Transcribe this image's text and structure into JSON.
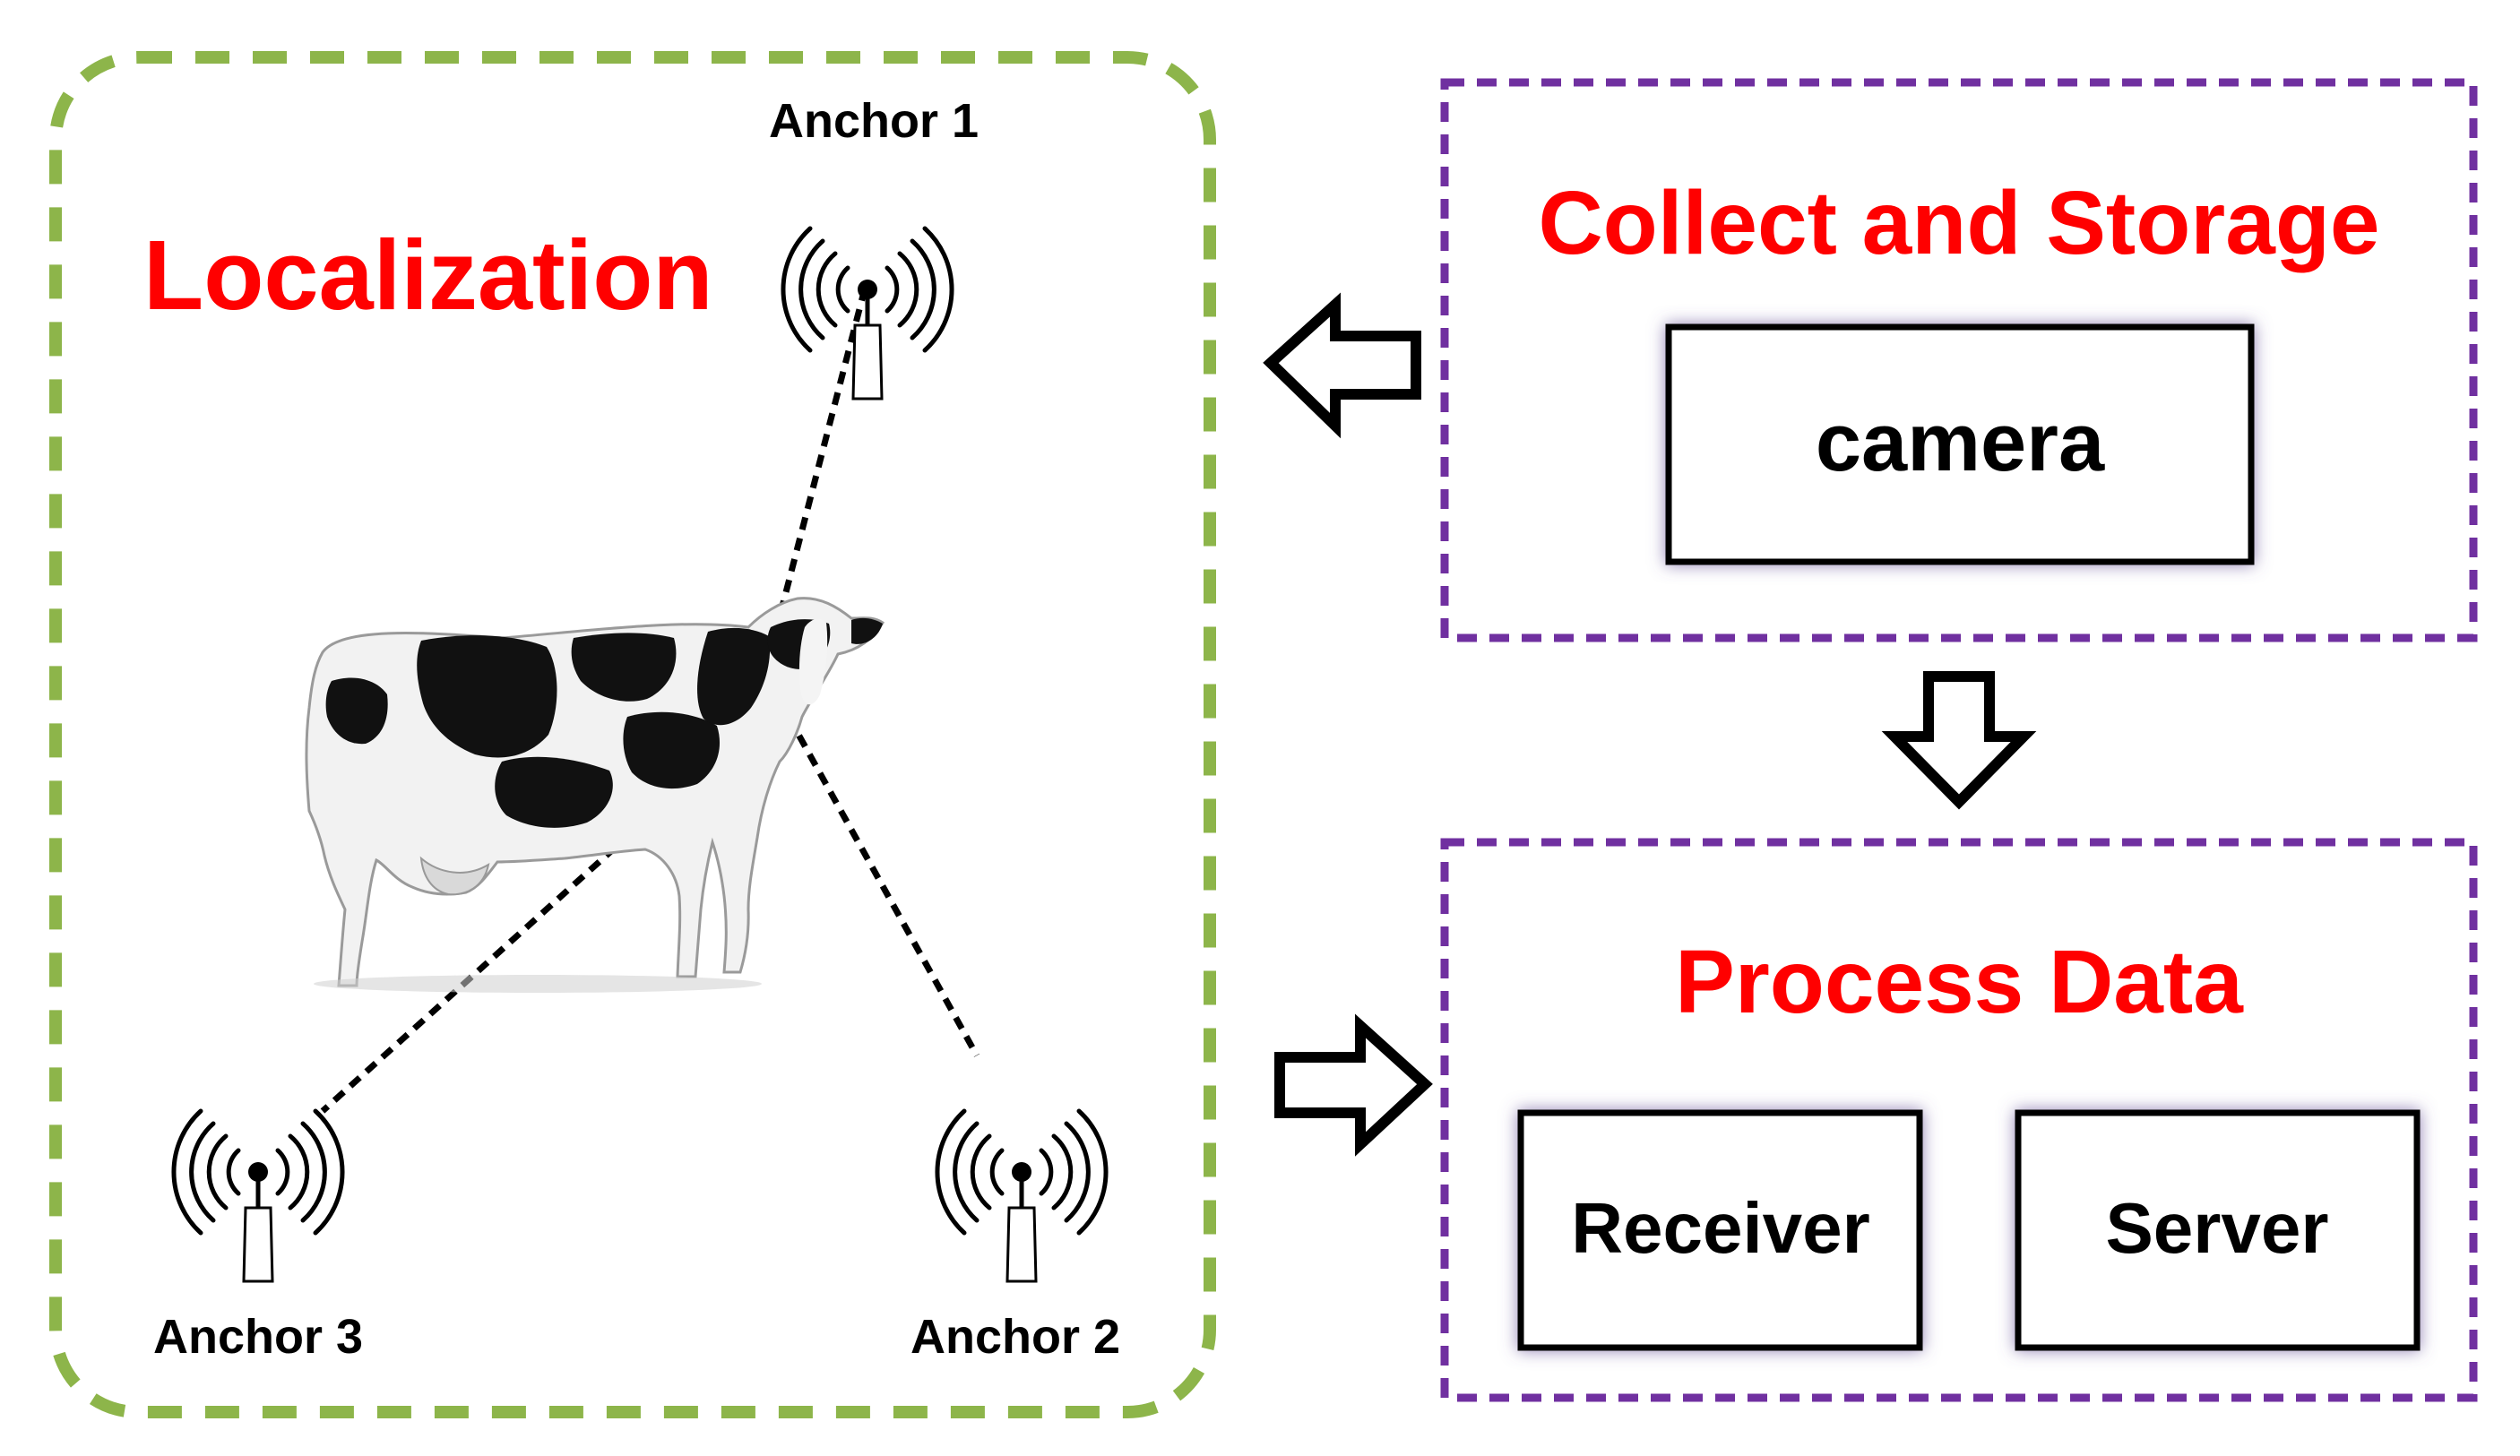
{
  "localization": {
    "title": "Localization",
    "anchors": [
      "Anchor 1",
      "Anchor 2",
      "Anchor 3"
    ],
    "frame_color": "#8db54a"
  },
  "collect": {
    "title": "Collect and Storage",
    "device": "camera"
  },
  "process": {
    "title": "Process Data",
    "devices": [
      "Receiver",
      "Server"
    ]
  },
  "colors": {
    "title_red": "#ff0000",
    "purple_frame": "#7030a0",
    "green_frame": "#8db54a",
    "box_glow": "#6e5a9e"
  },
  "icons": [
    "antenna-tower-icon",
    "cow-illustration",
    "arrow-left-icon",
    "arrow-down-icon",
    "arrow-right-icon"
  ]
}
